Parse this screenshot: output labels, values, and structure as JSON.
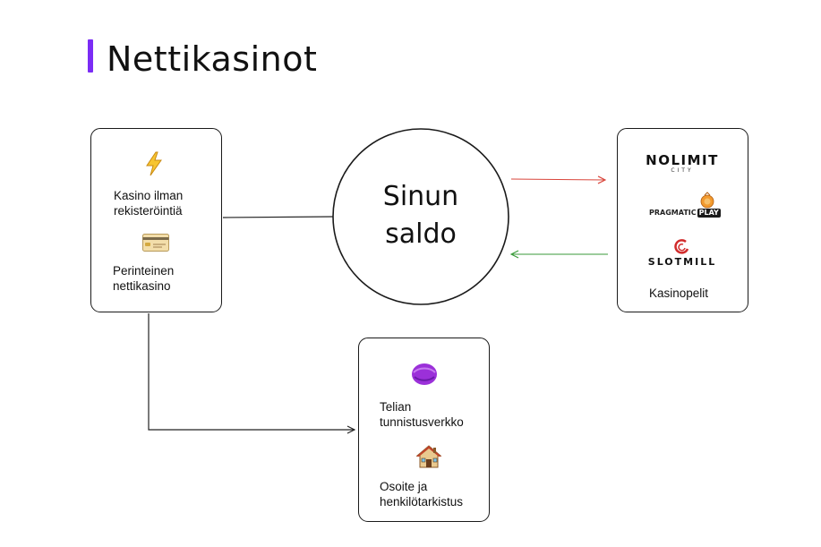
{
  "title": "Nettikasinot",
  "colors": {
    "accent": "#7b2cf5",
    "arrow_out": "#d9453b",
    "arrow_in": "#3a9a3a",
    "telia": "#9b30d9"
  },
  "center": {
    "line1": "Sinun",
    "line2": "saldo"
  },
  "left_box": {
    "item1_icon": "lightning-icon",
    "item1_label_line1": "Kasino ilman",
    "item1_label_line2": "rekisteröintiä",
    "item2_icon": "credit-card-icon",
    "item2_label_line1": "Perinteinen",
    "item2_label_line2": "nettikasino"
  },
  "right_box": {
    "logo1": "NOLIMIT",
    "logo1_sub": "CITY",
    "logo2_text": "PRAGMATIC",
    "logo2_play": "PLAY",
    "logo3": "SLOTMILL",
    "label": "Kasinopelit"
  },
  "bottom_box": {
    "item1_icon": "telia-logo-icon",
    "item1_label_line1": "Telian",
    "item1_label_line2": "tunnistusverkko",
    "item2_icon": "house-icon",
    "item2_label_line1": "Osoite ja",
    "item2_label_line2": "henkilötarkistus"
  }
}
